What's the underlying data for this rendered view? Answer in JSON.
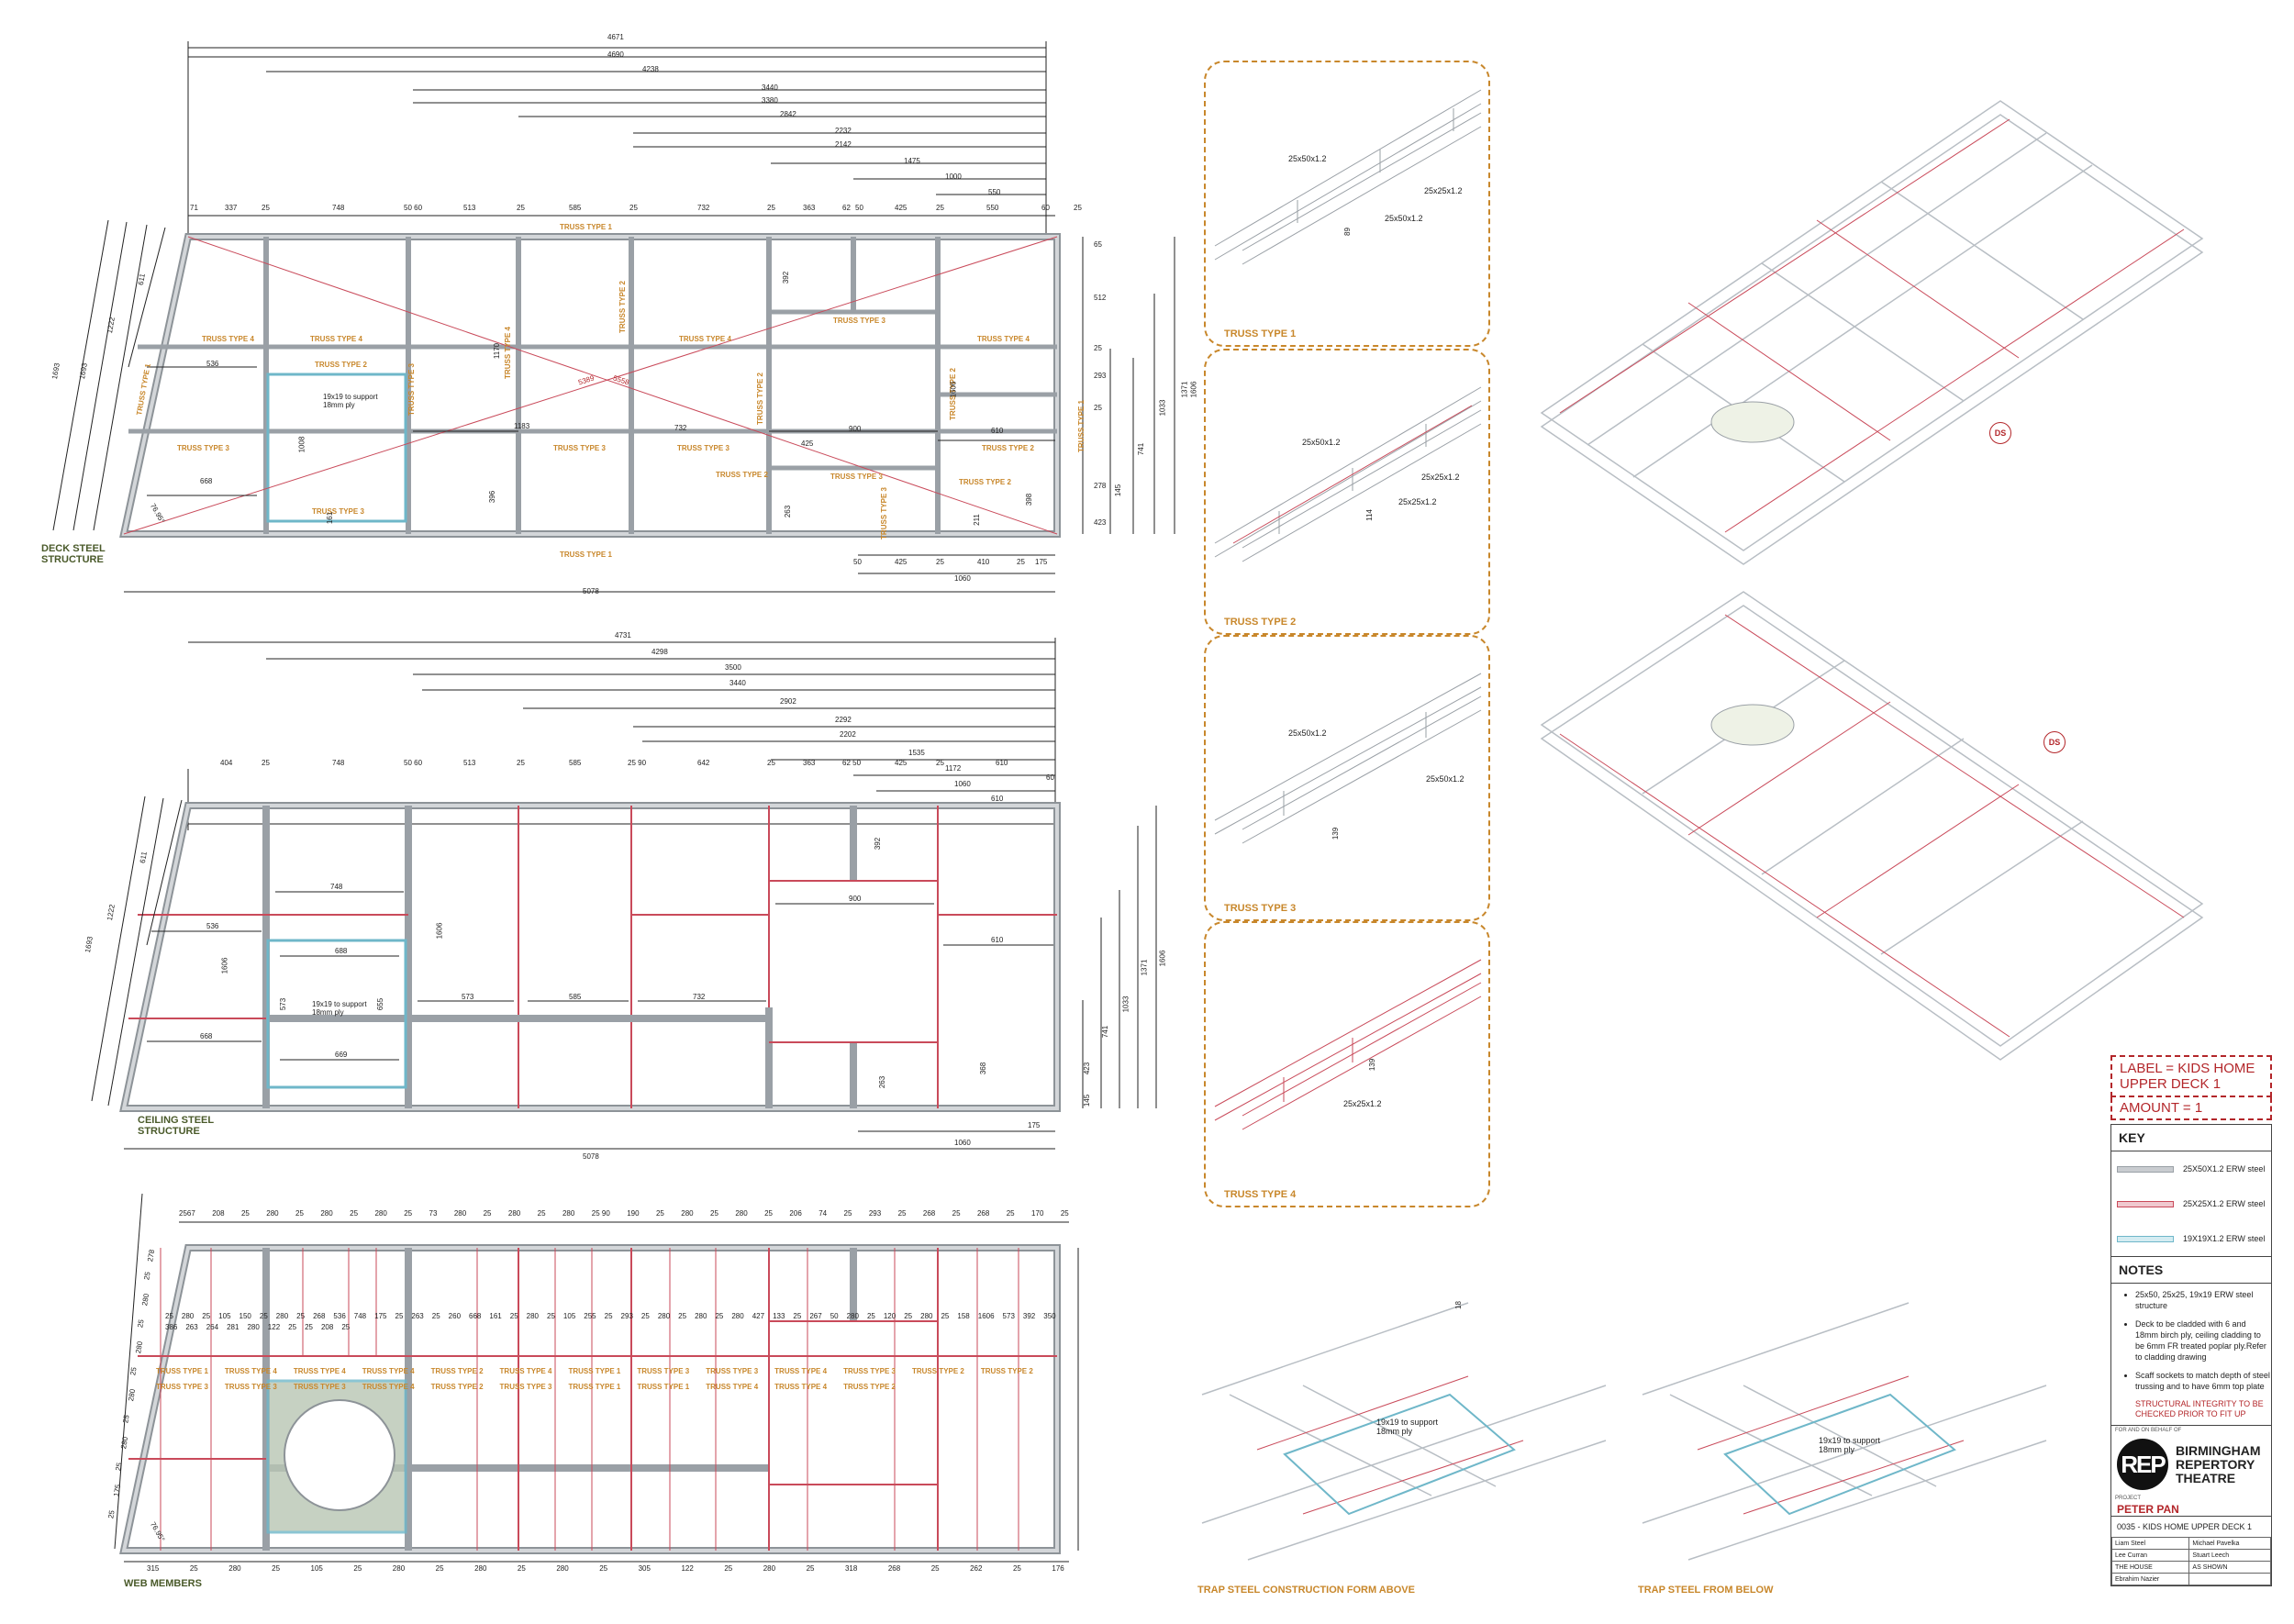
{
  "colors": {
    "steel": "#9aa0a6",
    "steel_fill": "#c9ccd0",
    "web": "#c94a5a",
    "support": "#6fb7c9",
    "dim": "#222222",
    "label_orange": "#c8872b",
    "label_green": "#4a5a2a",
    "label_red": "#b3262a"
  },
  "deck": {
    "title": "DECK STEEL\nSTRUCTURE",
    "top_dims": [
      "4671",
      "4690",
      "4238",
      "3440",
      "3380",
      "2842",
      "2232",
      "2142",
      "1475",
      "1000",
      "550"
    ],
    "spans": [
      "71",
      "337",
      "25",
      "748",
      "50 60",
      "513",
      "25",
      "585",
      "25",
      "732",
      "25",
      "363",
      "62",
      "50",
      "425",
      "25",
      "550",
      "60",
      "25"
    ],
    "bottom_dims": [
      "50",
      "425",
      "25",
      "410",
      "25",
      "175"
    ],
    "bottom_extra": [
      "1060",
      "5078"
    ],
    "left_dims": [
      "1693",
      "1693",
      "1222",
      "611"
    ],
    "right_dims": [
      "65",
      "512",
      "25",
      "293",
      "25",
      "278",
      "423",
      "145",
      "741",
      "1033",
      "1371",
      "1606"
    ],
    "labels": [
      "TRUSS TYPE 1",
      "TRUSS TYPE 4",
      "TRUSS TYPE 4",
      "TRUSS TYPE 2",
      "TRUSS TYPE 3",
      "TRUSS TYPE 4",
      "TRUSS TYPE 2",
      "TRUSS TYPE 4",
      "TRUSS TYPE 2",
      "TRUSS TYPE 3",
      "TRUSS TYPE 4",
      "TRUSS TYPE 1",
      "TRUSS TYPE 3",
      "TRUSS TYPE 3",
      "TRUSS TYPE 3",
      "TRUSS TYPE 3",
      "TRUSS TYPE 2",
      "TRUSS TYPE 2",
      "TRUSS TYPE 3",
      "TRUSS TYPE 2",
      "TRUSS TYPE 1",
      "TRUSS TYPE 3",
      "TRUSS TYPE 2",
      "TRUSS TYPE 1"
    ],
    "inner": [
      "536",
      "668",
      "19x19 to support\n18mm ply",
      "1008",
      "1170",
      "1183",
      "732",
      "900",
      "425",
      "610",
      "392",
      "1606",
      "396",
      "263",
      "211",
      "398",
      "161",
      "5389",
      "5558"
    ],
    "angle": "76.95°"
  },
  "ceiling": {
    "title": "CEILING STEEL\nSTRUCTURE",
    "top_dims": [
      "4731",
      "4298",
      "3500",
      "3440",
      "2902",
      "2292",
      "2202",
      "1535",
      "1172",
      "1060",
      "610"
    ],
    "spans": [
      "404",
      "25",
      "748",
      "50 60",
      "513",
      "25",
      "585",
      "25 90",
      "642",
      "25",
      "363",
      "62 50",
      "425",
      "25",
      "610",
      "60"
    ],
    "left_dims": [
      "1693",
      "1222",
      "611"
    ],
    "right_dims": [
      "423",
      "145",
      "741",
      "1033",
      "1371",
      "1606"
    ],
    "inner": [
      "748",
      "536",
      "688",
      "19x19 to support\n18mm ply",
      "573",
      "655",
      "668",
      "669",
      "573",
      "585",
      "732",
      "900",
      "610",
      "392",
      "1606",
      "1606",
      "368",
      "263"
    ],
    "bottom_extra": [
      "175",
      "1060",
      "5078"
    ]
  },
  "web": {
    "title": "WEB MEMBERS",
    "top_dims": [
      "2567",
      "208",
      "25",
      "280",
      "25",
      "280",
      "25",
      "280",
      "25",
      "73",
      "280",
      "25",
      "280",
      "25",
      "280",
      "25 90",
      "190",
      "25",
      "280",
      "25",
      "280",
      "25",
      "206",
      "74",
      "25",
      "293",
      "25",
      "268",
      "25",
      "268",
      "25",
      "170",
      "25"
    ],
    "bottom_dims": [
      "315",
      "25",
      "280",
      "25",
      "105",
      "25",
      "280",
      "25",
      "280",
      "25",
      "280",
      "25",
      "305",
      "122",
      "25",
      "280",
      "25",
      "318",
      "268",
      "25",
      "262",
      "25",
      "176"
    ],
    "labels": [
      "TRUSS TYPE 1",
      "TRUSS TYPE 4",
      "TRUSS TYPE 4",
      "TRUSS TYPE 4",
      "TRUSS TYPE 2",
      "TRUSS TYPE 4",
      "TRUSS TYPE 1",
      "TRUSS TYPE 3",
      "TRUSS TYPE 3",
      "TRUSS TYPE 4",
      "TRUSS TYPE 3",
      "TRUSS TYPE 2",
      "TRUSS TYPE 2",
      "TRUSS TYPE 3",
      "TRUSS TYPE 3",
      "TRUSS TYPE 3",
      "TRUSS TYPE 4",
      "TRUSS TYPE 2",
      "TRUSS TYPE 3",
      "TRUSS TYPE 1",
      "TRUSS TYPE 1",
      "TRUSS TYPE 4",
      "TRUSS TYPE 4",
      "TRUSS TYPE 2"
    ],
    "inner": [
      "25",
      "280",
      "25",
      "105",
      "150",
      "25",
      "280",
      "25",
      "268",
      "536",
      "748",
      "175",
      "25",
      "263",
      "25",
      "260",
      "668",
      "161",
      "25",
      "280",
      "25",
      "105",
      "255",
      "25",
      "293",
      "25",
      "280",
      "25",
      "280",
      "25",
      "280",
      "427",
      "133",
      "25",
      "267",
      "50",
      "280",
      "25",
      "120",
      "25",
      "280",
      "25",
      "158",
      "1606",
      "573",
      "392",
      "350",
      "386",
      "263",
      "264",
      "281",
      "280",
      "122",
      "25",
      "25",
      "208",
      "25"
    ],
    "angle": "76.95°",
    "left_dims": [
      "278",
      "25",
      "280",
      "25",
      "280",
      "25",
      "280",
      "25",
      "280",
      "25",
      "175",
      "25"
    ]
  },
  "trusses": [
    {
      "title": "TRUSS TYPE 1",
      "notes": [
        "25x50x1.2",
        "25x25x1.2",
        "25x50x1.2",
        "89"
      ]
    },
    {
      "title": "TRUSS TYPE 2",
      "notes": [
        "25x50x1.2",
        "25x25x1.2",
        "25x25x1.2",
        "114"
      ]
    },
    {
      "title": "TRUSS TYPE 3",
      "notes": [
        "25x50x1.2",
        "25x50x1.2",
        "139"
      ]
    },
    {
      "title": "TRUSS TYPE 4",
      "notes": [
        "25x25x1.2",
        "139"
      ]
    }
  ],
  "iso": {
    "ds1": "DS",
    "ds2": "DS"
  },
  "trap": {
    "above_title": "TRAP STEEL CONSTRUCTION FORM ABOVE",
    "below_title": "TRAP STEEL FROM BELOW",
    "above_note": "19x19 to support\n18mm ply",
    "below_note": "19x19 to support\n18mm ply",
    "dim": "18"
  },
  "titleblock": {
    "label": "LABEL  = KIDS HOME\nUPPER DECK  1",
    "amount": "AMOUNT  = 1",
    "key_title": "KEY",
    "key": [
      {
        "text": "25X50X1.2 ERW steel",
        "color": "#9aa0a6"
      },
      {
        "text": "25X25X1.2 ERW steel",
        "color": "#c94a5a"
      },
      {
        "text": "19X19X1.2 ERW steel",
        "color": "#6fb7c9"
      }
    ],
    "notes_title": "NOTES",
    "notes": [
      "25x50, 25x25, 19x19 ERW steel structure",
      "Deck to be cladded with 6 and 18mm birch ply, ceiling cladding to be 6mm FR treated poplar ply.Refer to cladding drawing",
      "Scaff sockets to match depth of steel trussing and to have 6mm top plate"
    ],
    "warning": "STRUCTURAL INTEGRITY TO BE CHECKED PRIOR TO FIT UP",
    "for_behalf": "FOR AND ON BEHALF OF",
    "logo": "REP",
    "brand": "BIRMINGHAM\nREPERTORY\nTHEATRE",
    "project_label": "PROJECT",
    "project": "PETER PAN",
    "drawing": "0035 - KIDS HOME UPPER DECK 1",
    "table": [
      [
        "Liam Steel",
        "Michael Pavelka"
      ],
      [
        "Lee Curran",
        "Stuart Leech"
      ],
      [
        "THE HOUSE",
        "AS SHOWN"
      ],
      [
        "Ebrahim Nazier",
        ""
      ]
    ]
  }
}
